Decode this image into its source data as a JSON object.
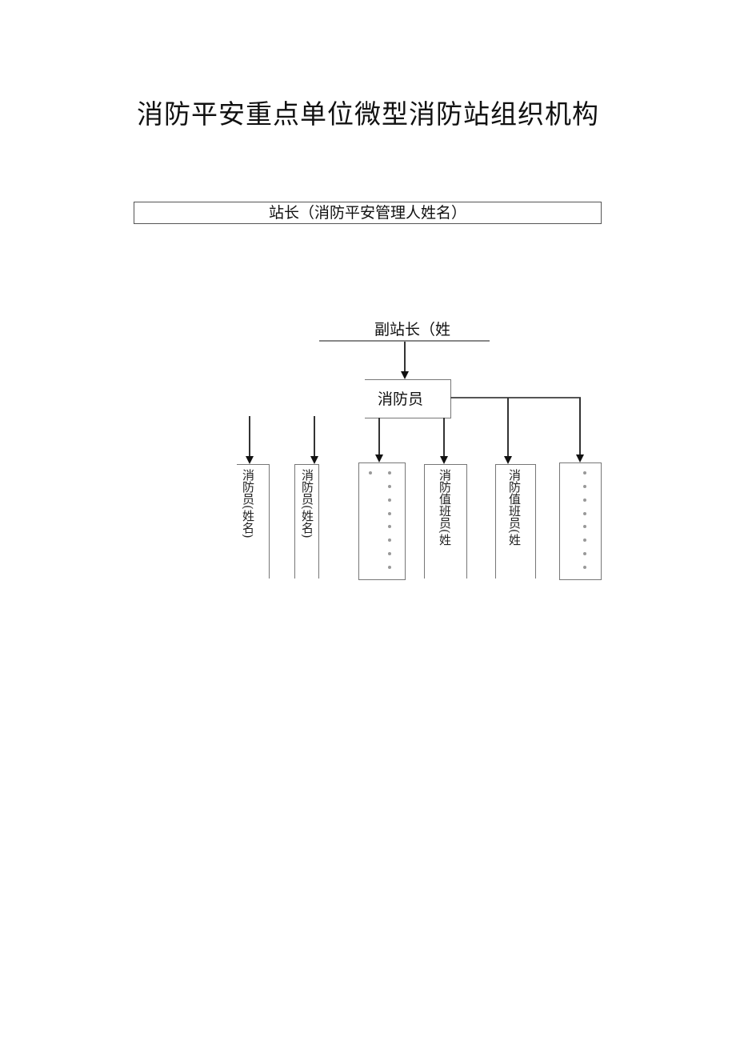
{
  "title": "消防平安重点单位微型消防站组织机构",
  "chief": {
    "label": "站长（消防平安管理人姓名）"
  },
  "deputy": {
    "label": "副站长（姓"
  },
  "firefighter_group": {
    "label": "消防员"
  },
  "subordinates": [
    {
      "label": "消防员(姓名)",
      "type": "text"
    },
    {
      "label": "消防员(姓名)",
      "type": "text"
    },
    {
      "label": "",
      "type": "dots"
    },
    {
      "label": "消防值班员(姓",
      "type": "text"
    },
    {
      "label": "消防值班员(姓",
      "type": "text"
    },
    {
      "label": "",
      "type": "dots"
    }
  ],
  "colors": {
    "line": "#333333",
    "border": "#777777",
    "text": "#111111"
  }
}
